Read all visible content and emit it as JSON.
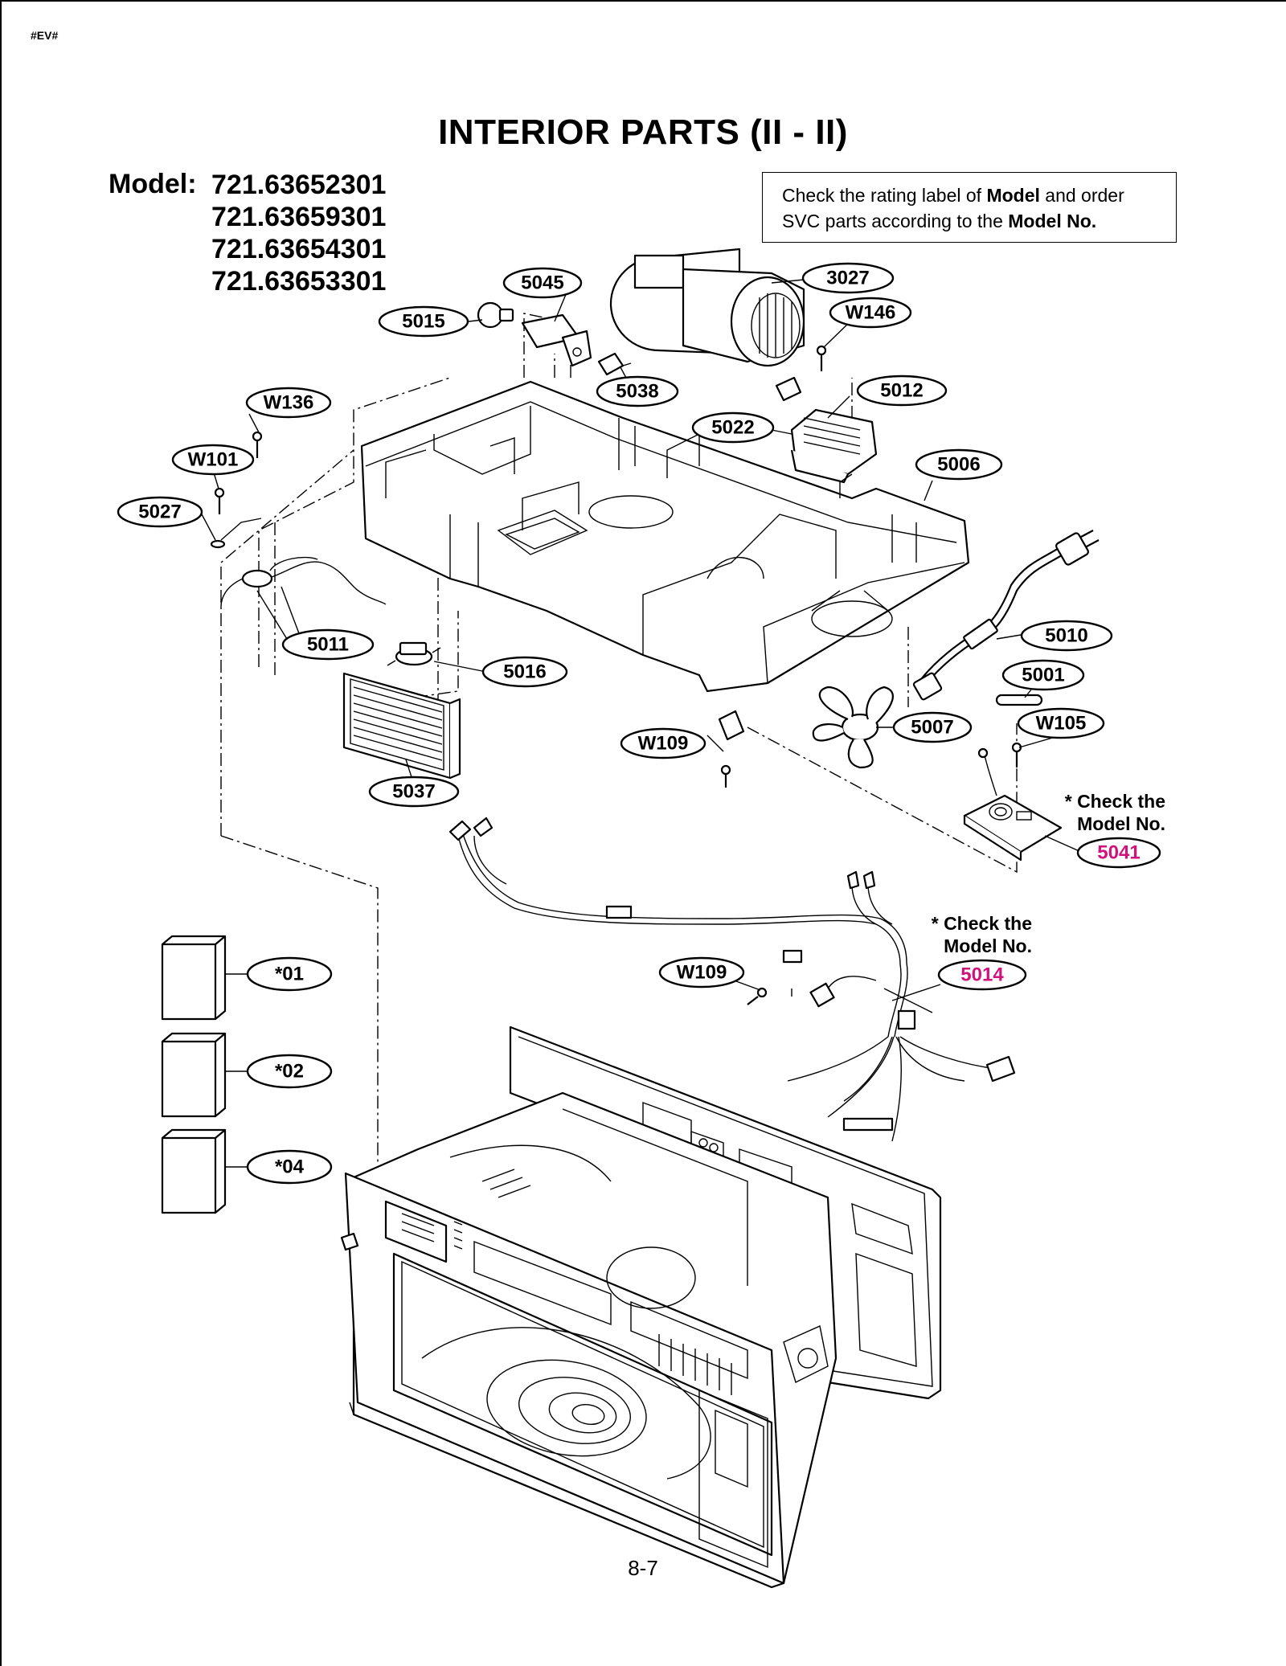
{
  "header_code": "#EV#",
  "title": "INTERIOR PARTS (II - II)",
  "model_label": "Model:",
  "models": [
    "721.63652301",
    "721.63659301",
    "721.63654301",
    "721.63653301"
  ],
  "notice": {
    "prefix": "Check the rating label of ",
    "model_word": "Model",
    "middle": " and order SVC parts according to the ",
    "model_no": "Model No."
  },
  "check_note": {
    "line1": "* Check the",
    "line2": "Model No."
  },
  "callouts": {
    "p5045": "5045",
    "p3027": "3027",
    "p5015": "5015",
    "w146": "W146",
    "p5038": "5038",
    "p5012": "5012",
    "w136": "W136",
    "p5022": "5022",
    "p5006": "5006",
    "w101": "W101",
    "p5027": "5027",
    "p5010": "5010",
    "p5011": "5011",
    "p5016": "5016",
    "p5001": "5001",
    "w105": "W105",
    "w109a": "W109",
    "p5007": "5007",
    "p5037": "5037",
    "p5041": "5041",
    "w109b": "W109",
    "p5014": "5014",
    "opt01": "*01",
    "opt02": "*02",
    "opt04": "*04"
  },
  "highlight_color": "#d0127d",
  "page_number": "8-7"
}
